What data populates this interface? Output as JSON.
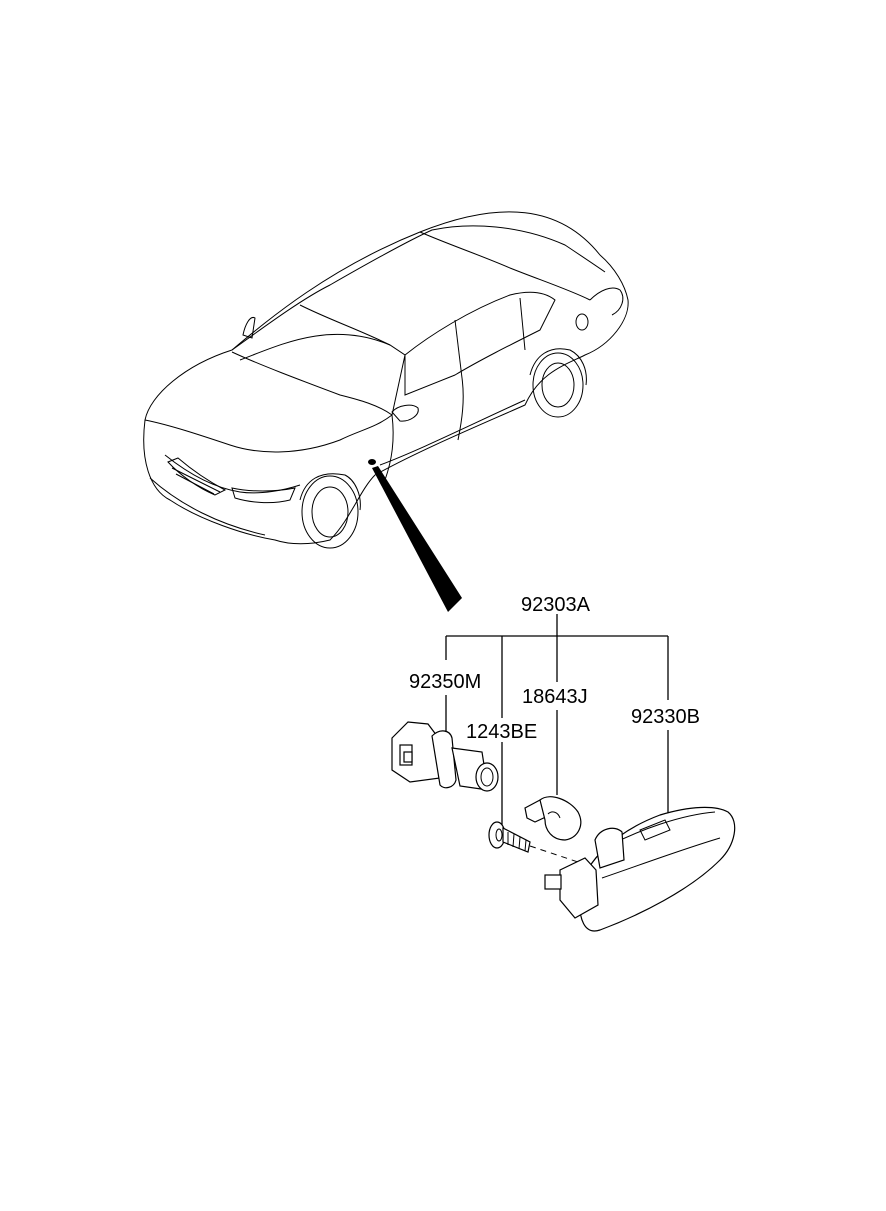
{
  "diagram": {
    "callouts": {
      "assembly": "92303A",
      "socket": "92350M",
      "screw": "1243BE",
      "bulb": "18643J",
      "lamp": "92330B"
    }
  }
}
